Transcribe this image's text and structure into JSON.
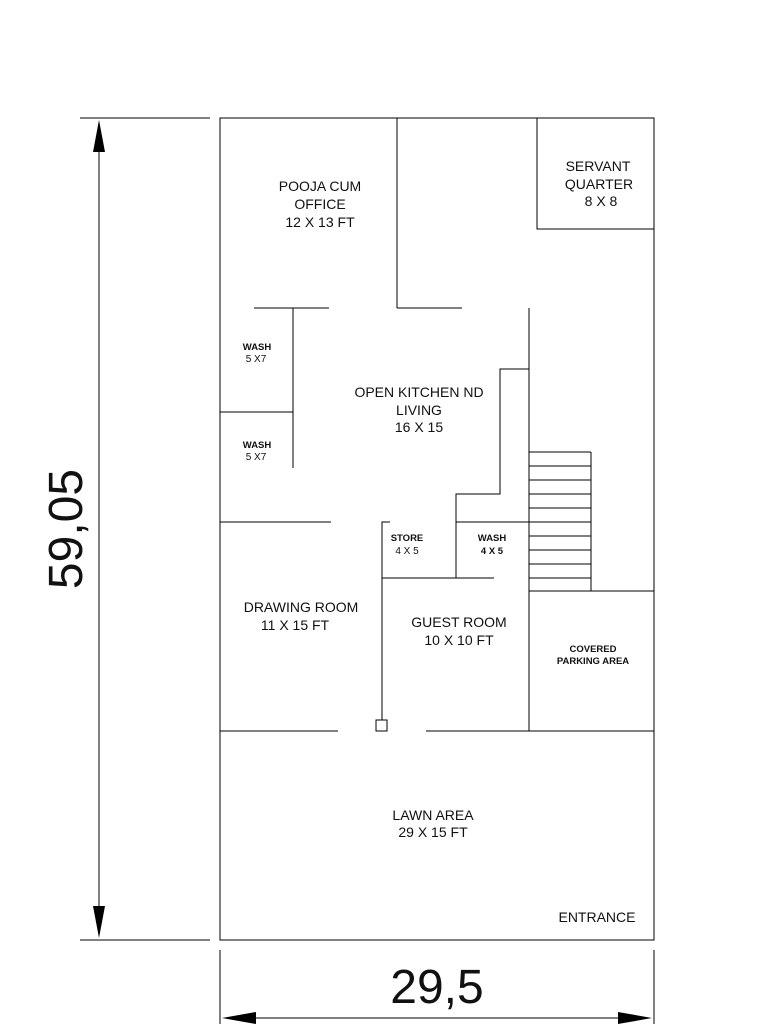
{
  "dimensions": {
    "height_label": "59,05",
    "width_label": "29,5"
  },
  "rooms": {
    "pooja": {
      "name_line1": "POOJA CUM",
      "name_line2": "OFFICE",
      "size": "12 X 13 FT"
    },
    "servant": {
      "name_line1": "SERVANT",
      "name_line2": "QUARTER",
      "size": "8 X 8"
    },
    "wash1": {
      "name": "WASH",
      "size": "5 X7"
    },
    "wash2": {
      "name": "WASH",
      "size": "5 X7"
    },
    "kitchen": {
      "name_line1": "OPEN KITCHEN ND",
      "name_line2": "LIVING",
      "size": "16  X 15"
    },
    "store": {
      "name": "STORE",
      "size": "4 X 5"
    },
    "wash3": {
      "name": "WASH",
      "size": "4 X 5"
    },
    "drawing": {
      "name": "DRAWING ROOM",
      "size": "11 X 15  FT"
    },
    "guest": {
      "name": "GUEST ROOM",
      "size": "10 X 10 FT"
    },
    "parking": {
      "name_line1": "COVERED",
      "name_line2": "PARKING AREA"
    },
    "lawn": {
      "name": "LAWN AREA",
      "size": "29 X 15 FT"
    },
    "entrance": {
      "name": "ENTRANCE"
    }
  }
}
